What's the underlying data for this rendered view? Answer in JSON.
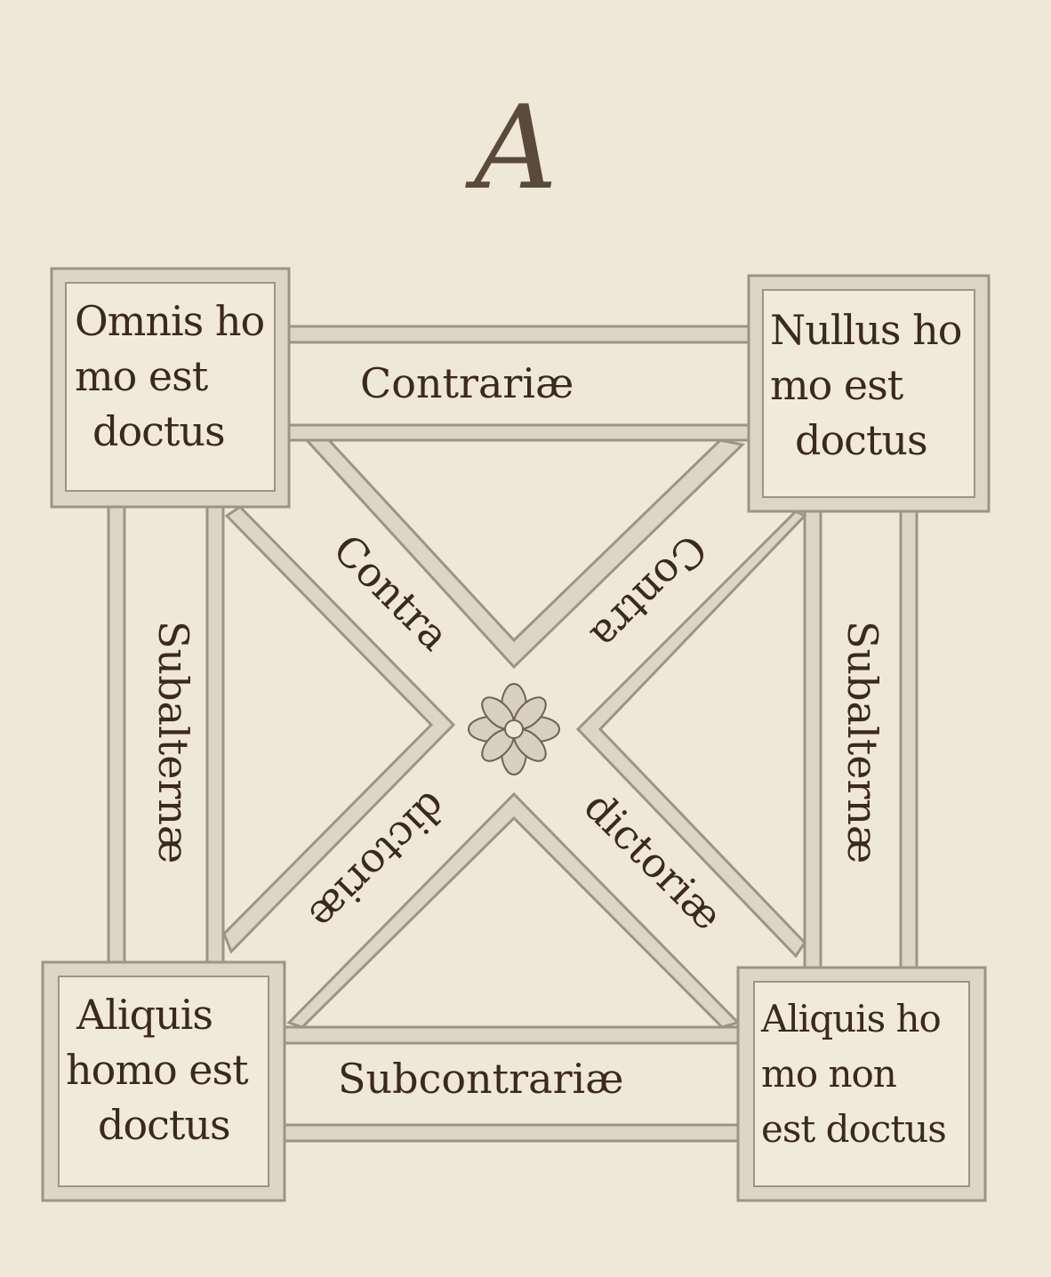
{
  "initial": "A",
  "corners": {
    "top_left": [
      "Omnis ho",
      "mo est",
      "doctus"
    ],
    "top_right": [
      "Nullus ho",
      "mo est",
      "doctus"
    ],
    "bottom_left": [
      "Aliquis",
      "homo est",
      "doctus"
    ],
    "bottom_right": [
      "Aliquis ho",
      "mo non",
      "est doctus"
    ]
  },
  "relations": {
    "top": "Contrariæ",
    "bottom": "Subcontrariæ",
    "left": "Subalternæ",
    "right": "Subalternæ",
    "diag_tl": "Contra",
    "diag_tr": "Contra",
    "diag_bl": "dictoriæ",
    "diag_br": "dictoriæ"
  },
  "colors": {
    "paper": "#efe7d8",
    "ink": "#3b2a1c",
    "wash": "#d8cfc0",
    "line": "#9d9487"
  }
}
